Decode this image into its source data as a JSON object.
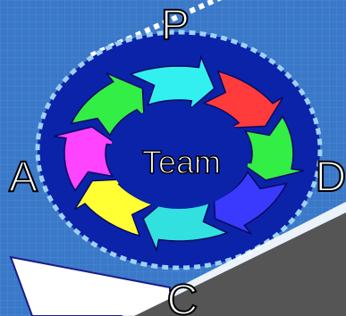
{
  "labels": {
    "center": "Team",
    "top": "P",
    "left": "A",
    "right": "D",
    "bottom": "C"
  },
  "colors": {
    "background": "#3a78c8",
    "grid": "#5b94d8",
    "ellipse_fill": "#0a23a8",
    "ellipse_dash": "#9fd0f5",
    "inner_hole": "#0a23a8",
    "slab": "#555555",
    "wedge": "#ffffff",
    "wedge_stroke": "#1a1a8a",
    "arrows": [
      "#ff3b3b",
      "#33ee44",
      "#3a3aff",
      "#33e0e0",
      "#ffff33",
      "#ff44ff",
      "#33ee44",
      "#33f0f0"
    ]
  }
}
